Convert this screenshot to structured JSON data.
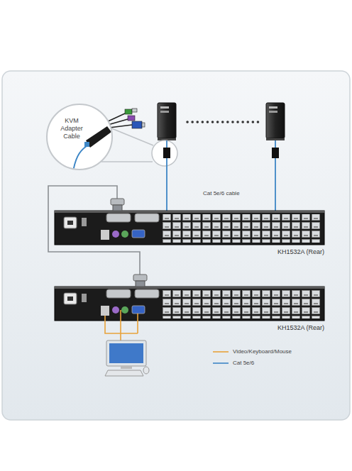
{
  "diagram": {
    "nodes": [
      {
        "text": [
          "KVM Adapter Cable"
        ]
      },
      {
        "text": [
          "KH1532A (Rear)"
        ]
      },
      {
        "text": [
          "KH1532A (Rear)"
        ]
      }
    ],
    "edges": [
      {
        "from": 1,
        "to": 2,
        "arrow": "none"
      }
    ],
    "labels": [
      "Cat 5e/6 cable"
    ],
    "legend": [
      {
        "text": "Video/Keyboard/Mouse"
      },
      {
        "text": "Cat 5e/6"
      }
    ]
  }
}
